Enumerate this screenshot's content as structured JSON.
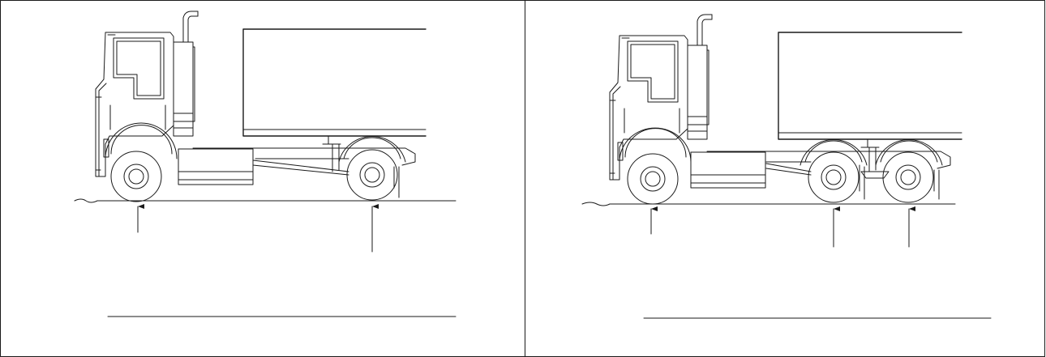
{
  "figure": {
    "panels": [
      {
        "id": "two-axle",
        "axles": 2
      },
      {
        "id": "three-axle",
        "axles": 3
      }
    ],
    "line_color": "#1a1a1a",
    "background": "#ffffff"
  }
}
